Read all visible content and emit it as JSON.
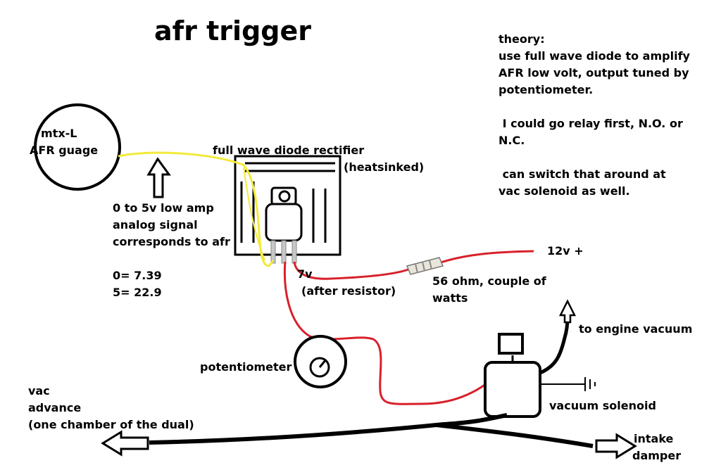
{
  "title": "afr trigger",
  "theory": {
    "line1": "theory:",
    "line2": "use full wave diode to amplify",
    "line3": "AFR low volt, output tuned by",
    "line4": "potentiometer.",
    "line5": " I could go relay first, N.O. or",
    "line6": "N.C.",
    "line7": " can switch that around at",
    "line8": "vac solenoid as well."
  },
  "gauge": {
    "line1": "mtx-L",
    "line2": "AFR guage"
  },
  "rectifier": {
    "label": "full wave diode rectifier",
    "note": "(heatsinked)"
  },
  "signal": {
    "line1": "0 to 5v low amp",
    "line2": "analog signal",
    "line3": "corresponds to afr",
    "line4": "0= 7.39",
    "line5": "5= 22.9"
  },
  "voltage_out": {
    "line1": "7v",
    "line2": "(after resistor)"
  },
  "resistor": {
    "line1": "56 ohm, couple of",
    "line2": "watts"
  },
  "supply": "12v +",
  "engine_vacuum": "to engine vacuum",
  "potentiometer": "potentiometer",
  "solenoid": "vacuum solenoid",
  "vac_advance": {
    "line1": "vac",
    "line2": "advance",
    "line3": "(one chamber of the dual)"
  },
  "intake": {
    "line1": "intake",
    "line2": "damper"
  },
  "colors": {
    "signal_wire": "#f2ea3a",
    "power_wire": "#d8202a",
    "vacuum_line": "#000000",
    "background": "#ffffff"
  }
}
